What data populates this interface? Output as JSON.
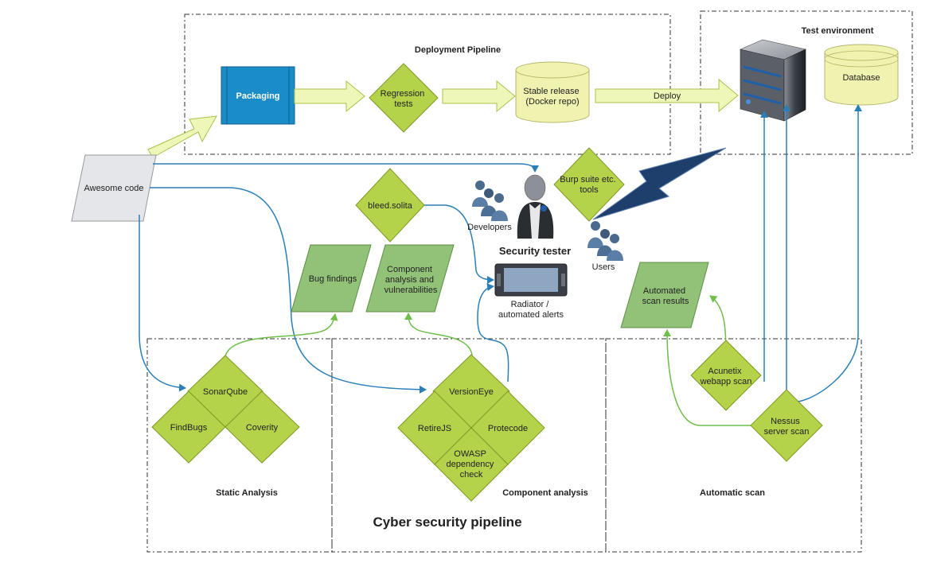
{
  "deployment_pipeline": {
    "title": "Deployment Pipeline",
    "packaging": "Packaging",
    "regression_tests": [
      "Regression",
      "tests"
    ],
    "stable_release": [
      "Stable release",
      "(Docker repo)"
    ],
    "deploy": "Deploy"
  },
  "test_environment": {
    "title": "Test environment",
    "database": "Database"
  },
  "source": {
    "awesome_code": "Awesome code"
  },
  "security": {
    "bleed": "bleed.solita",
    "burp": [
      "Burp suite etc.",
      "tools"
    ],
    "developers": "Developers",
    "tester": "Security tester",
    "users": "Users",
    "radiator": [
      "Radiator /",
      "automated alerts"
    ]
  },
  "findings": {
    "bug": "Bug findings",
    "component": [
      "Component",
      "analysis and",
      "vulnerabilities"
    ],
    "scan_results": [
      "Automated",
      "scan results"
    ]
  },
  "static_analysis": {
    "title": "Static Analysis",
    "sonarqube": "SonarQube",
    "findbugs": "FindBugs",
    "coverity": "Coverity"
  },
  "component_analysis": {
    "title": "Component analysis",
    "versioneye": "VersionEye",
    "retirejs": "RetireJS",
    "protecode": "Protecode",
    "owasp": [
      "OWASP",
      "dependency",
      "check"
    ]
  },
  "automatic_scan": {
    "title": "Automatic scan",
    "acunetix": [
      "Acunetix",
      "webapp scan"
    ],
    "nessus": [
      "Nessus",
      "server scan"
    ]
  },
  "footer": {
    "title": "Cyber security pipeline"
  },
  "colors": {
    "diamond": "#b4d24a",
    "diamond_stroke": "#7f9a28",
    "parallelogram": "#92c278",
    "arrow_fill": "#eef7b8",
    "arrow_stroke": "#a8c24a",
    "cylinder": "#f0f2b0",
    "packaging": "#1a8cc8",
    "blue_line": "#2a7fb8",
    "green_line": "#6fbe4a"
  }
}
